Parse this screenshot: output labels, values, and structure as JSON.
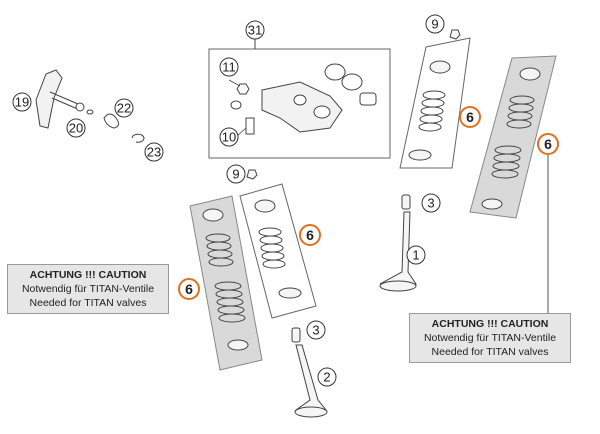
{
  "callouts": {
    "left": {
      "title": "ACHTUNG !!! CAUTION",
      "line1": "Notwendig für TITAN-Ventile",
      "line2": "Needed for TITAN valves"
    },
    "right": {
      "title": "ACHTUNG !!! CAUTION",
      "line1": "Notwendig für TITAN-Ventile",
      "line2": "Needed for TITAN valves"
    }
  },
  "parts": {
    "p31": "31",
    "p11": "11",
    "p10": "10",
    "p19": "19",
    "p20": "20",
    "p22": "22",
    "p23": "23",
    "p9a": "9",
    "p9b": "9",
    "p6a": "6",
    "p6b": "6",
    "p6c": "6",
    "p6d": "6",
    "p3a": "3",
    "p3b": "3",
    "p1": "1",
    "p2": "2"
  },
  "colors": {
    "highlight_ring": "#e07020",
    "panel_fill": "#d9d9d9",
    "callout_fill": "#e6e6e6"
  }
}
